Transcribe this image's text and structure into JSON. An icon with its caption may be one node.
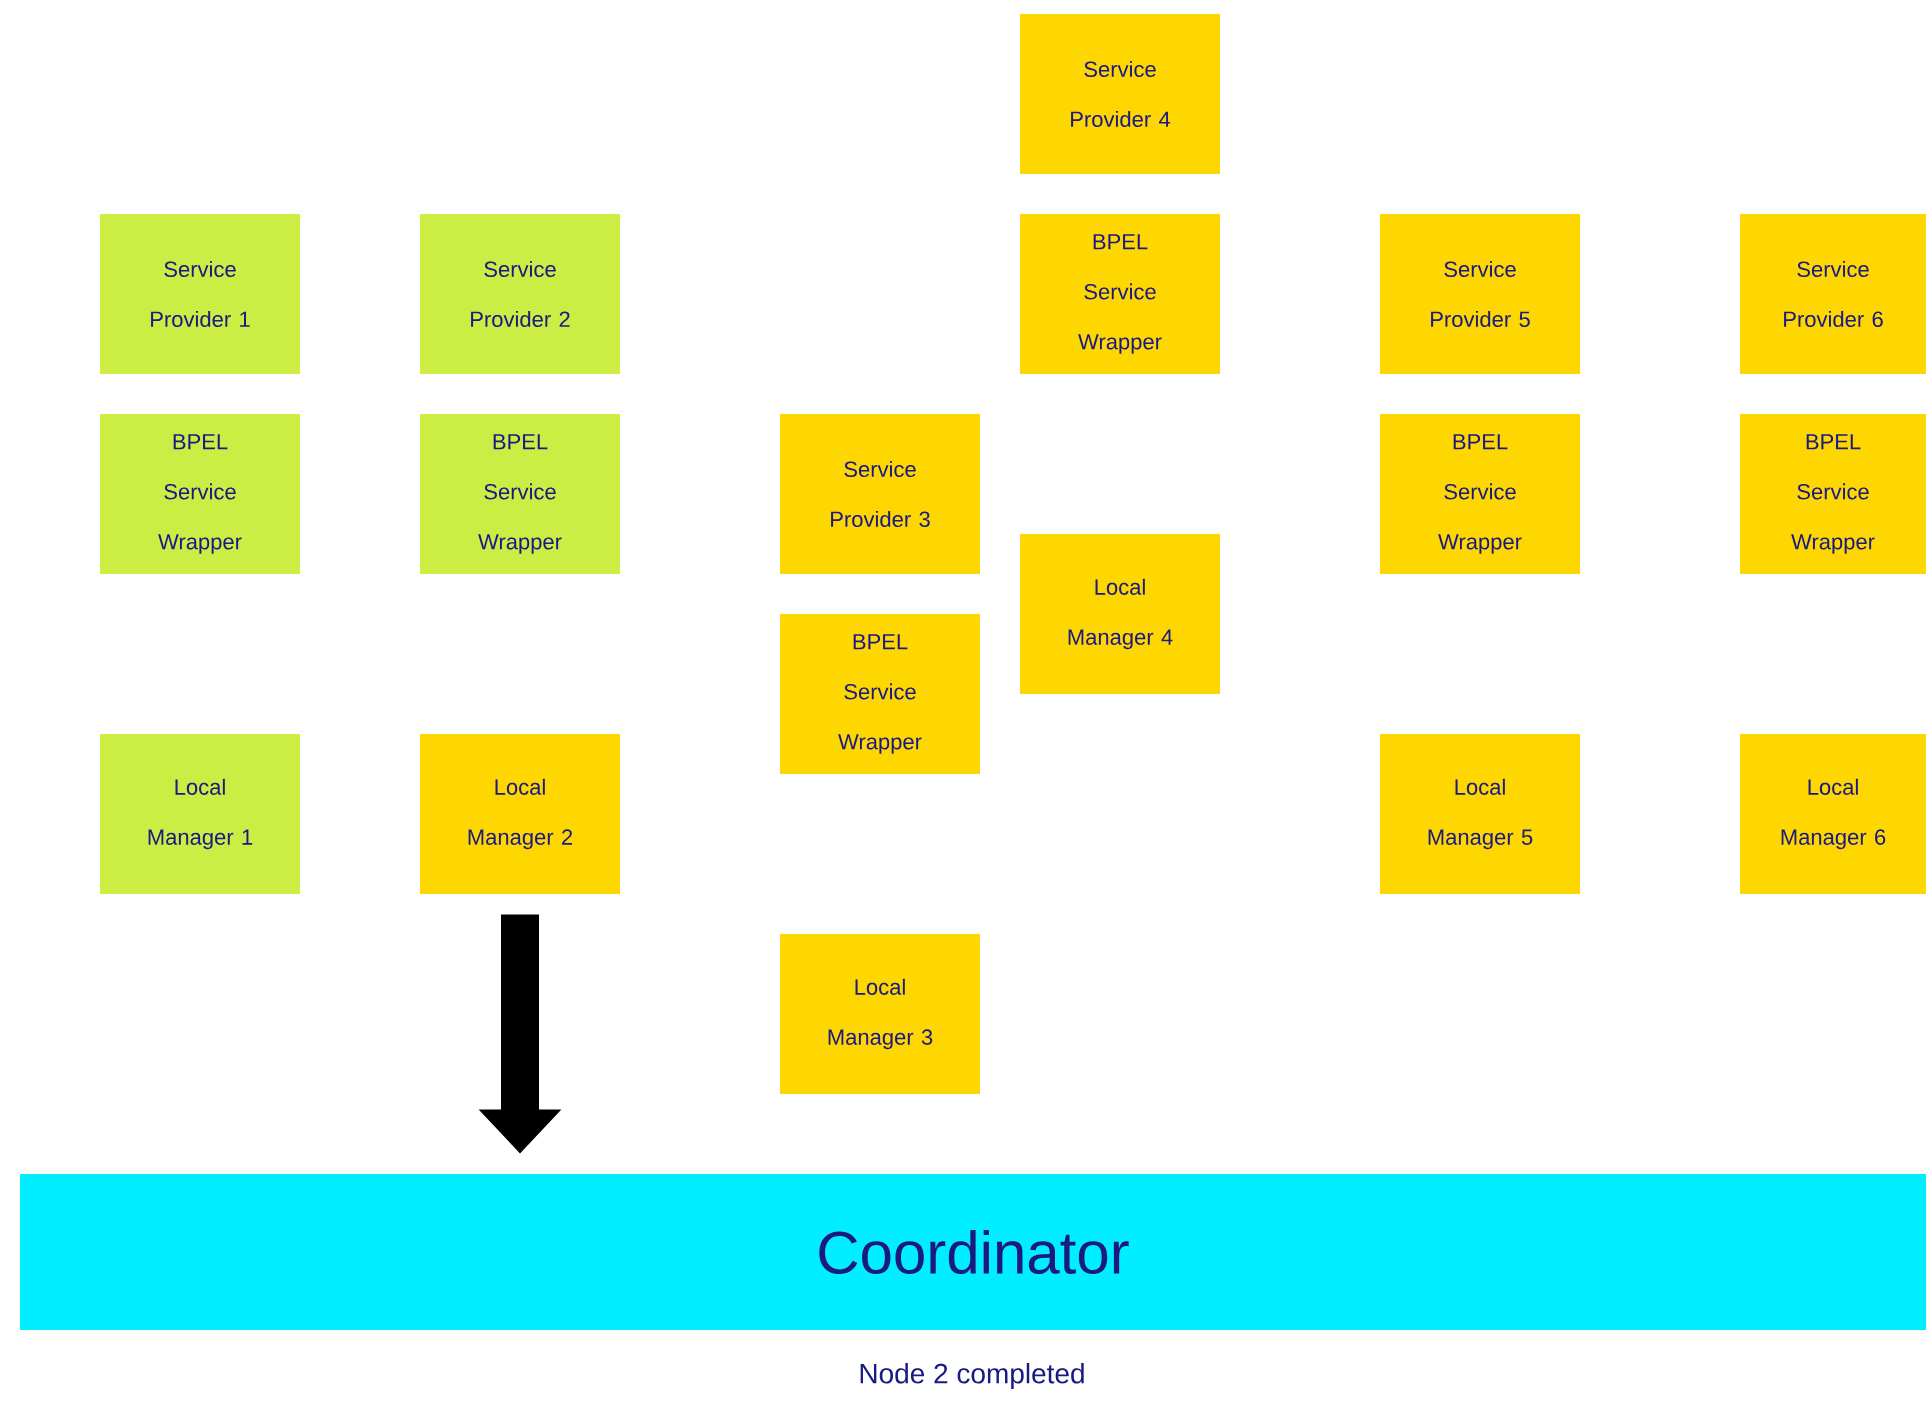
{
  "diagram": {
    "caption": "Node 2 completed",
    "nodes": [
      {
        "text": [
          "Service Provider 1"
        ]
      },
      {
        "text": [
          "Service Provider 2"
        ]
      },
      {
        "text": [
          "BPEL Service Wrapper"
        ]
      },
      {
        "text": [
          "BPEL Service Wrapper"
        ]
      },
      {
        "text": [
          "Local Manager 1"
        ]
      },
      {
        "text": [
          "Local Manager 2"
        ]
      },
      {
        "text": [
          "Service Provider 3"
        ]
      },
      {
        "text": [
          "BPEL Service Wrapper"
        ]
      },
      {
        "text": [
          "Local Manager 3"
        ]
      },
      {
        "text": [
          "Service Provider 4"
        ]
      },
      {
        "text": [
          "BPEL Service Wrapper"
        ]
      },
      {
        "text": [
          "Local Manager 4"
        ]
      },
      {
        "text": [
          "Service Provider 5"
        ]
      },
      {
        "text": [
          "BPEL Service Wrapper"
        ]
      },
      {
        "text": [
          "Local Manager 5"
        ]
      },
      {
        "text": [
          "Service Provider 6"
        ]
      },
      {
        "text": [
          "BPEL Service Wrapper"
        ]
      },
      {
        "text": [
          "Local Manager 6"
        ]
      },
      {
        "text": [
          "Coordinator"
        ]
      }
    ],
    "edges": [
      {
        "from": 5,
        "to": 18,
        "arrow": "to"
      }
    ]
  }
}
